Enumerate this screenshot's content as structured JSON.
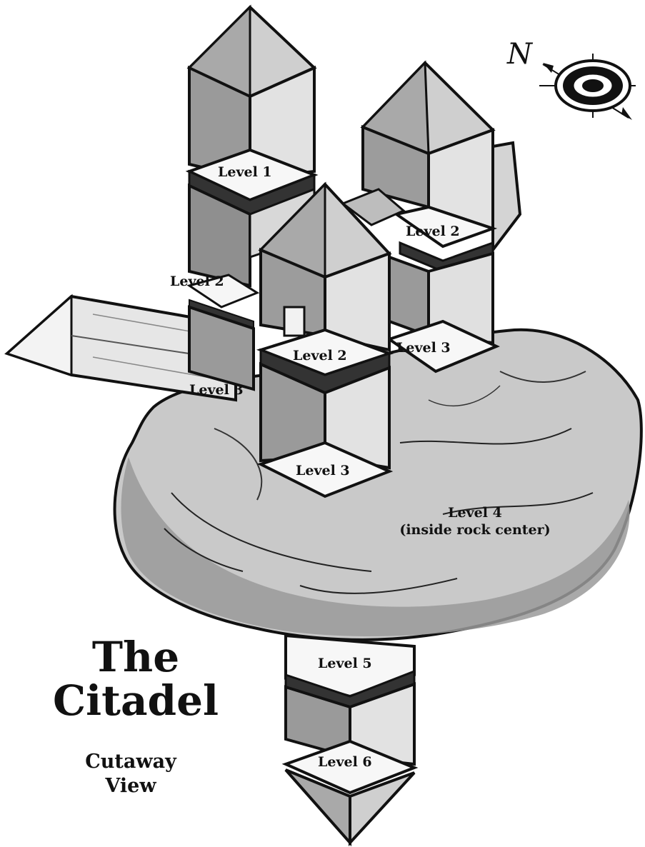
{
  "title": {
    "line1": "The",
    "line2": "Citadel"
  },
  "subtitle": {
    "line1": "Cutaway",
    "line2": "View"
  },
  "compass": {
    "north_label": "N",
    "icon": "compass-rose-icon"
  },
  "levels": {
    "tower_nw_level1": "Level 1",
    "tower_nw_level2": "Level 2",
    "tower_nw_level3": "Level 3",
    "tower_ne_level2": "Level 2",
    "tower_ne_level3": "Level 3",
    "tower_front_level2": "Level 2",
    "tower_front_level3": "Level 3",
    "rock_level4_line1": "Level 4",
    "rock_level4_line2": "(inside rock center)",
    "spire_level5": "Level 5",
    "spire_level6": "Level 6"
  }
}
